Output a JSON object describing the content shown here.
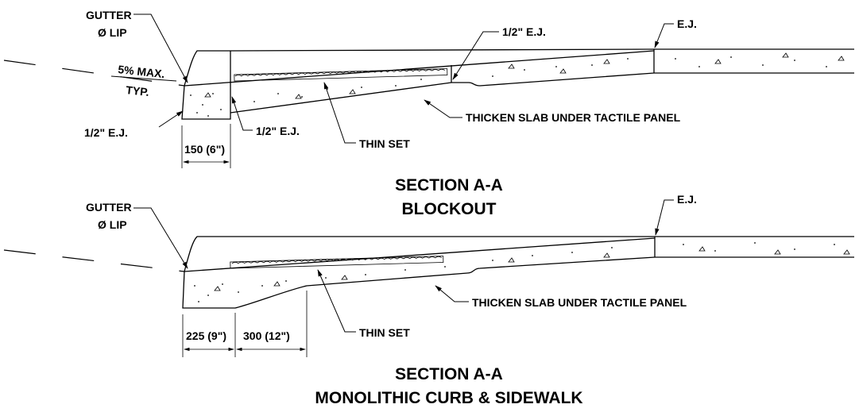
{
  "section_a": {
    "gutter_label": "GUTTER",
    "lip_label": "Ø LIP",
    "slope_label": "5% MAX.",
    "typ_label": "TYP.",
    "ej_top_label": "1/2\" E.J.",
    "ej_right_label": "E.J.",
    "ej_left_label": "1/2\" E.J.",
    "ej_mid_label": "1/2\" E.J.",
    "thin_set_label": "THIN SET",
    "thicken_label": "THICKEN SLAB UNDER TACTILE PANEL",
    "dim_label": "150 (6\")",
    "title_line1": "SECTION A-A",
    "title_line2": "BLOCKOUT"
  },
  "section_b": {
    "gutter_label": "GUTTER",
    "lip_label": "Ø LIP",
    "ej_right_label": "E.J.",
    "thin_set_label": "THIN SET",
    "thicken_label": "THICKEN SLAB UNDER TACTILE PANEL",
    "dim1_label": "225 (9\")",
    "dim2_label": "300 (12\")",
    "title_line1": "SECTION A-A",
    "title_line2": "MONOLITHIC CURB & SIDEWALK"
  }
}
